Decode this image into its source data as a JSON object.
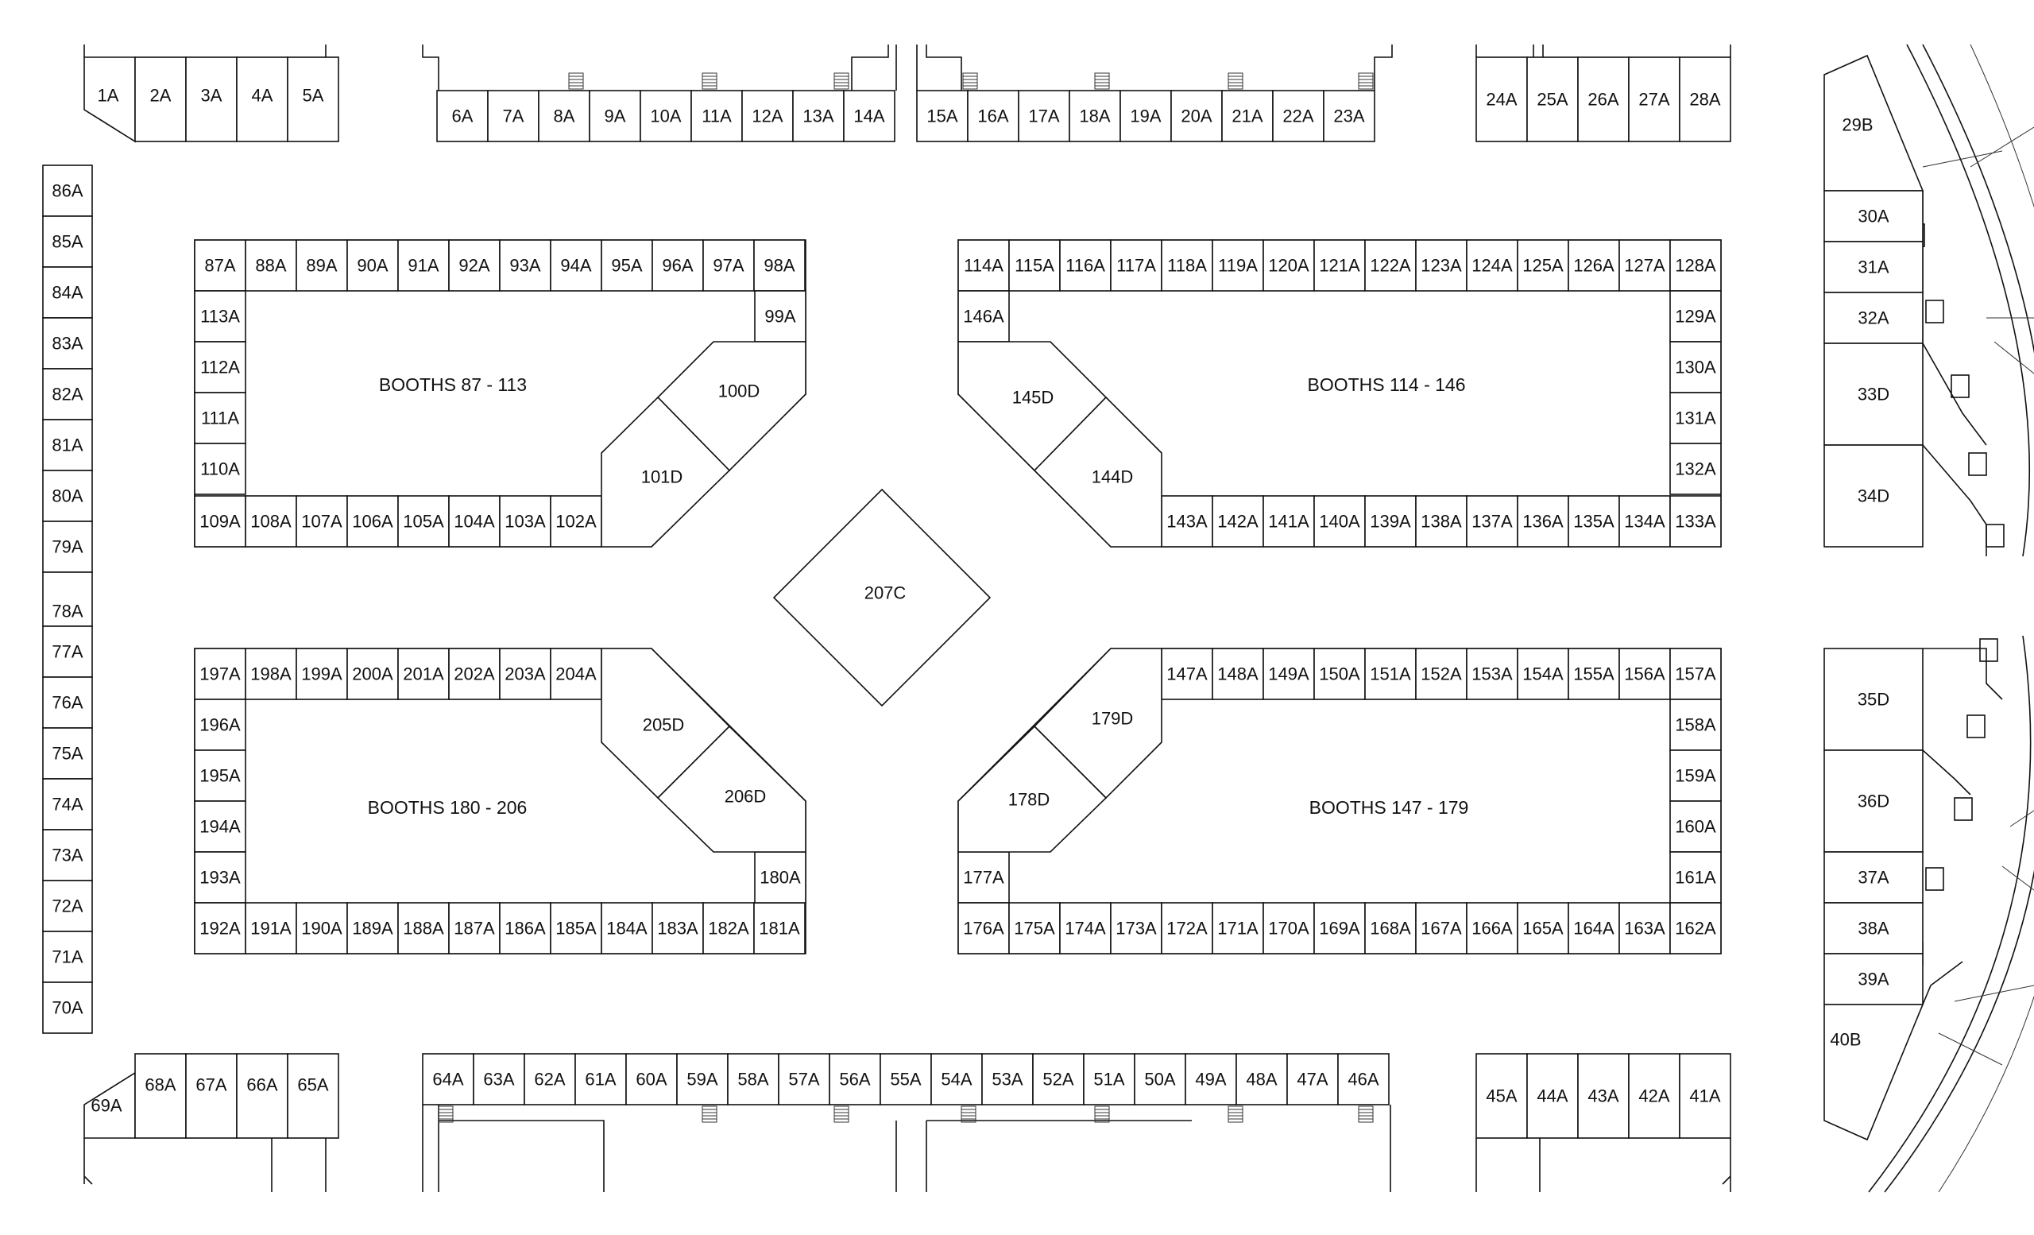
{
  "floor_plan": {
    "booth_rows": {
      "top_left": [
        "1A",
        "2A",
        "3A",
        "4A",
        "5A"
      ],
      "top_center_left": [
        "6A",
        "7A",
        "8A",
        "9A",
        "10A",
        "11A",
        "12A",
        "13A",
        "14A"
      ],
      "top_center_right": [
        "15A",
        "16A",
        "17A",
        "18A",
        "19A",
        "20A",
        "21A",
        "22A",
        "23A"
      ],
      "top_right": [
        "24A",
        "25A",
        "26A",
        "27A",
        "28A"
      ],
      "left_column": [
        "86A",
        "85A",
        "84A",
        "83A",
        "82A",
        "81A",
        "80A",
        "79A",
        "78A",
        "77A",
        "76A",
        "75A",
        "74A",
        "73A",
        "72A",
        "71A",
        "70A"
      ],
      "right_column_top": [
        "29B",
        "30A",
        "31A",
        "32A",
        "33D",
        "34D"
      ],
      "right_column_bottom": [
        "35D",
        "36D",
        "37A",
        "38A",
        "39A",
        "40B"
      ],
      "bottom_left": [
        "69A",
        "68A",
        "67A",
        "66A",
        "65A"
      ],
      "bottom_center": [
        "64A",
        "63A",
        "62A",
        "61A",
        "60A",
        "59A",
        "58A",
        "57A",
        "56A",
        "55A",
        "54A",
        "53A",
        "52A",
        "51A",
        "50A",
        "49A",
        "48A",
        "47A",
        "46A"
      ],
      "bottom_right": [
        "45A",
        "44A",
        "43A",
        "42A",
        "41A"
      ]
    },
    "island_tl": {
      "label": "BOOTHS 87 - 113",
      "top": [
        "87A",
        "88A",
        "89A",
        "90A",
        "91A",
        "92A",
        "93A",
        "94A",
        "95A",
        "96A",
        "97A",
        "98A"
      ],
      "left": [
        "113A",
        "112A",
        "111A",
        "110A"
      ],
      "bottom": [
        "109A",
        "108A",
        "107A",
        "106A",
        "105A",
        "104A",
        "103A",
        "102A"
      ],
      "right": [
        "99A"
      ],
      "diagonal": [
        "100D",
        "101D"
      ]
    },
    "island_tr": {
      "label": "BOOTHS 114 - 146",
      "top": [
        "114A",
        "115A",
        "116A",
        "117A",
        "118A",
        "119A",
        "120A",
        "121A",
        "122A",
        "123A",
        "124A",
        "125A",
        "126A",
        "127A",
        "128A"
      ],
      "left": [
        "146A"
      ],
      "right": [
        "129A",
        "130A",
        "131A",
        "132A"
      ],
      "bottom": [
        "143A",
        "142A",
        "141A",
        "140A",
        "139A",
        "138A",
        "137A",
        "136A",
        "135A",
        "134A",
        "133A"
      ],
      "diagonal": [
        "145D",
        "144D"
      ]
    },
    "island_bl": {
      "label": "BOOTHS 180 - 206",
      "top": [
        "197A",
        "198A",
        "199A",
        "200A",
        "201A",
        "202A",
        "203A",
        "204A"
      ],
      "left": [
        "196A",
        "195A",
        "194A",
        "193A"
      ],
      "bottom": [
        "192A",
        "191A",
        "190A",
        "189A",
        "188A",
        "187A",
        "186A",
        "185A",
        "184A",
        "183A",
        "182A",
        "181A"
      ],
      "right": [
        "180A"
      ],
      "diagonal": [
        "205D",
        "206D"
      ]
    },
    "island_br": {
      "label": "BOOTHS 147 - 179",
      "top": [
        "147A",
        "148A",
        "149A",
        "150A",
        "151A",
        "152A",
        "153A",
        "154A",
        "155A",
        "156A",
        "157A"
      ],
      "left": [
        "177A"
      ],
      "right": [
        "158A",
        "159A",
        "160A",
        "161A"
      ],
      "bottom": [
        "176A",
        "175A",
        "174A",
        "173A",
        "172A",
        "171A",
        "170A",
        "169A",
        "168A",
        "167A",
        "166A",
        "165A",
        "164A",
        "163A",
        "162A"
      ],
      "diagonal": [
        "179D",
        "178D"
      ]
    },
    "center_booth": "207C"
  }
}
